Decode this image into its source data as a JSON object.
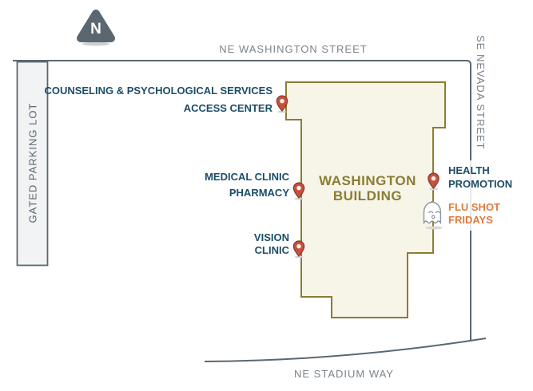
{
  "map": {
    "compass": {
      "label": "N"
    },
    "streets": {
      "washington": "NE WASHINGTON STREET",
      "nevada": "SE NEVADA STREET",
      "stadium": "NE STADIUM WAY"
    },
    "parking_lot": {
      "label": "GATED PARKING LOT"
    },
    "building": {
      "line1": "WASHINGTON",
      "line2": "BUILDING"
    },
    "locations": {
      "counseling": {
        "line1": "COUNSELING & PSYCHOLOGICAL SERVICES",
        "line2": "ACCESS CENTER"
      },
      "medical": {
        "line1": "MEDICAL CLINIC",
        "line2": "PHARMACY"
      },
      "vision": {
        "line1": "VISION",
        "line2": "CLINIC"
      },
      "health_promotion": {
        "line1": "HEALTH",
        "line2": "PROMOTION"
      },
      "flu_shot": {
        "line1": "FLU SHOT",
        "line2": "FRIDAYS"
      }
    },
    "colors": {
      "label_blue": "#1b4d68",
      "flu_orange": "#df7b3d",
      "building_olive": "#8b7c33",
      "building_fill": "#f7f5e8",
      "pin_red": "#c8503f",
      "street_gray": "#5b6770",
      "street_text_gray": "#79838b",
      "parking_fill": "#f1f3f4"
    }
  }
}
